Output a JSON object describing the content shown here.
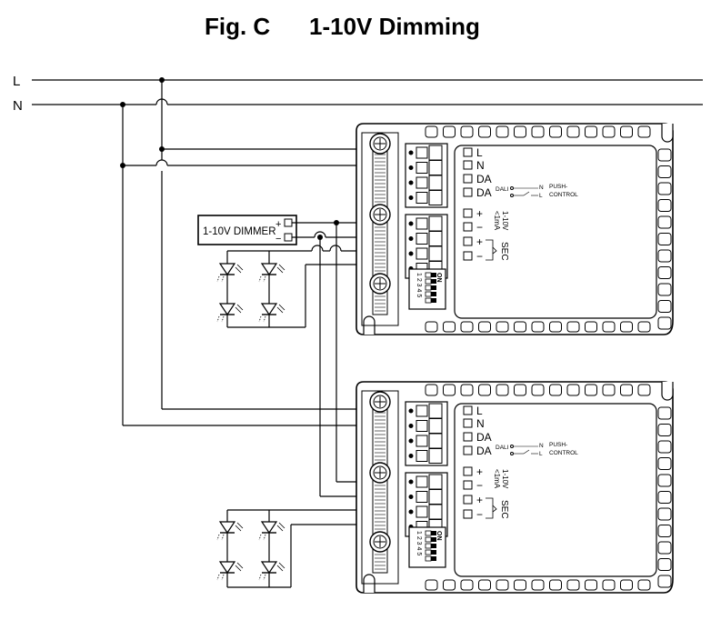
{
  "figure": {
    "label": "Fig. C",
    "title": "1-10V Dimming"
  },
  "mains": {
    "line_label": "L",
    "neutral_label": "N"
  },
  "dimmer": {
    "label": "1-10V DIMMER",
    "plus": "+",
    "minus": "−"
  },
  "driver": {
    "terminals": [
      "L",
      "N",
      "DA",
      "DA",
      "+",
      "−",
      "+",
      "−"
    ],
    "dali_label": "DALI",
    "push_control_1": "PUSH-",
    "push_control_2": "CONTROL",
    "push_n": "N",
    "push_l": "L",
    "input_label_1": "1-10V",
    "input_label_2": "<1mA",
    "sec_label": "SEC",
    "dip_on": "ON",
    "dip_numbers": "1 2 3 4 5"
  }
}
